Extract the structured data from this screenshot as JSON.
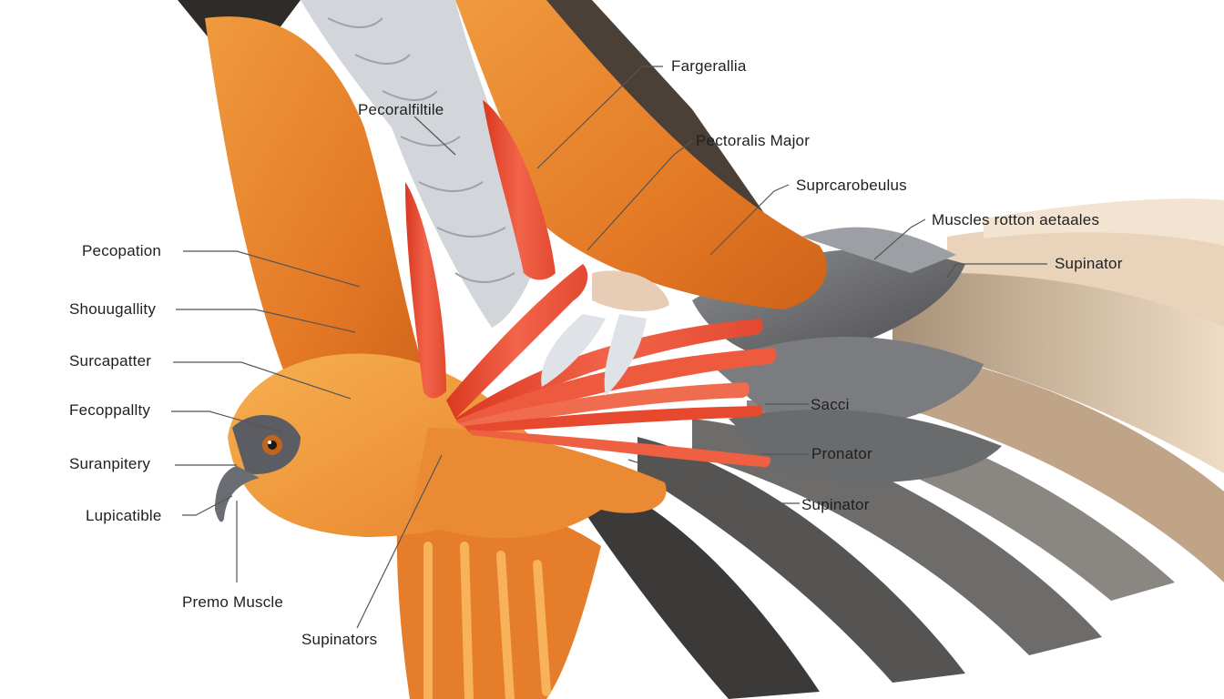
{
  "colors": {
    "background": "#ffffff",
    "plumage_orange": "#e8802c",
    "plumage_light": "#f4a449",
    "muscle_red": "#e4452c",
    "muscle_highlight": "#f36b4c",
    "covert_grey": "#6f7174",
    "covert_silver": "#c9ccd0",
    "flight_feather_dark": "#3d3b3a",
    "flight_feather_tan": "#c9a889",
    "flight_feather_cream": "#ecd6bc",
    "leader_line": "#555555",
    "label_text": "#1f1f1f"
  },
  "icons": [
    "bird-wing-illustration",
    "eye-icon",
    "beak-icon"
  ],
  "labels": [
    {
      "id": "fargerallia",
      "text": "Fargerallia"
    },
    {
      "id": "pecoralfiltile",
      "text": "Pecoralfiltile"
    },
    {
      "id": "pectoralis-major",
      "text": "Pectoralis Major"
    },
    {
      "id": "suprcarobeulus",
      "text": "Suprcarobeulus"
    },
    {
      "id": "muscles-rotton",
      "text": "Muscles rotton aetaales"
    },
    {
      "id": "supinator-top",
      "text": "Supinator"
    },
    {
      "id": "pecopation",
      "text": "Pecopation"
    },
    {
      "id": "shouugallity",
      "text": "Shouugallity"
    },
    {
      "id": "surcapatter",
      "text": "Surcapatter"
    },
    {
      "id": "fecoppallty",
      "text": "Fecoppallty"
    },
    {
      "id": "suranpitery",
      "text": "Suranpitery"
    },
    {
      "id": "lupicatible",
      "text": "Lupicatible"
    },
    {
      "id": "premo-muscle",
      "text": "Premo Muscle"
    },
    {
      "id": "supinators",
      "text": "Supinators"
    },
    {
      "id": "sacci",
      "text": "Sacci"
    },
    {
      "id": "pronator",
      "text": "Pronator"
    },
    {
      "id": "supinator-mid",
      "text": "Supinator"
    }
  ]
}
